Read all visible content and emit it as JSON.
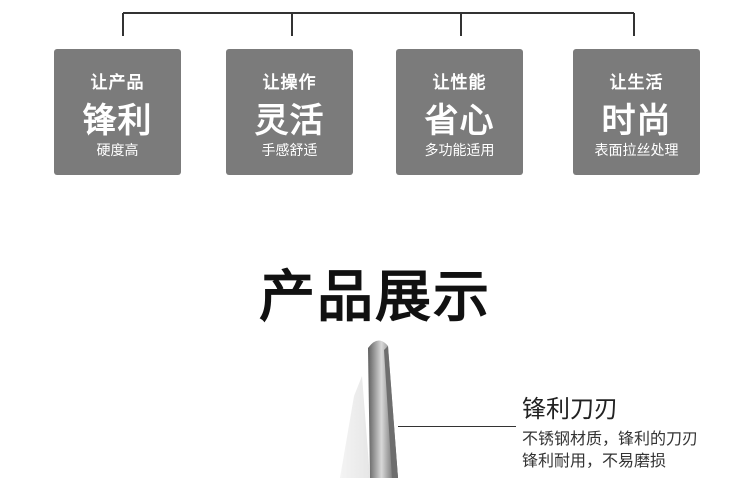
{
  "features": [
    {
      "top": "让产品",
      "main": "锋利",
      "sub": "硬度高"
    },
    {
      "top": "让操作",
      "main": "灵活",
      "sub": "手感舒适"
    },
    {
      "top": "让性能",
      "main": "省心",
      "sub": "多功能适用"
    },
    {
      "top": "让生活",
      "main": "时尚",
      "sub": "表面拉丝处理"
    }
  ],
  "section_title": "产品展示",
  "callout": {
    "title": "锋利刀刃",
    "desc_line1": "不锈钢材质，锋利的刀刃",
    "desc_line2": "锋利耐用，不易磨损"
  },
  "colors": {
    "card_bg": "#7b7b7b",
    "text_dark": "#111111",
    "line": "#333333"
  }
}
